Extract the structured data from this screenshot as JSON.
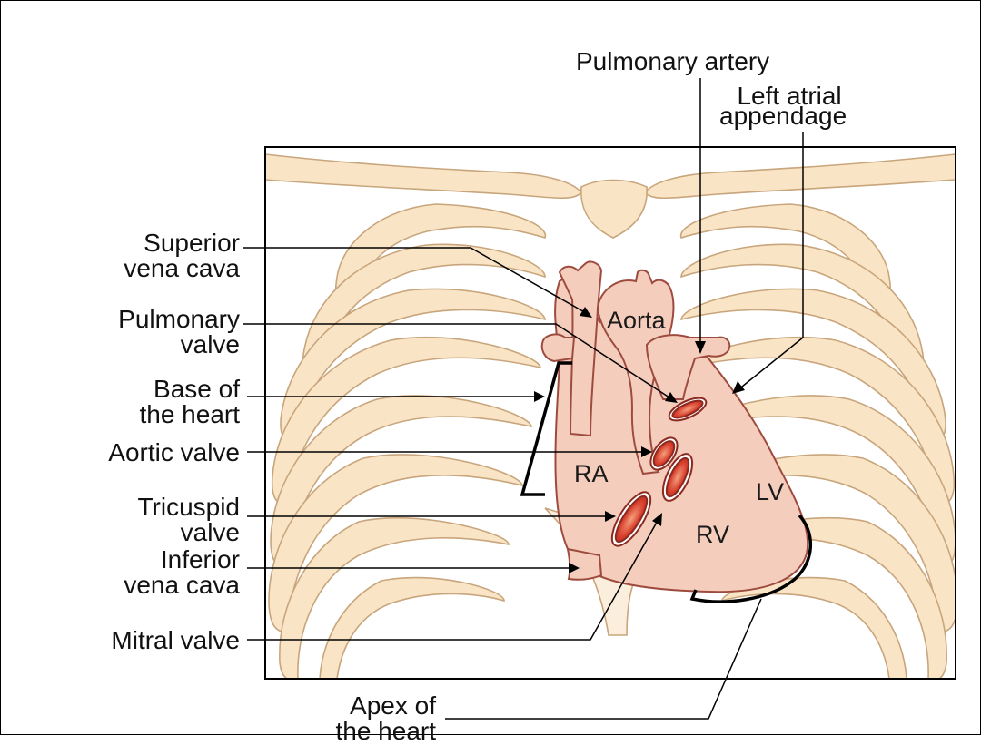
{
  "colors": {
    "bone_fill": "#f9e5c5",
    "bone_stroke": "#c8a57c",
    "heart_fill": "#f5cdbd",
    "heart_stroke": "#9e4b3f",
    "valve_fill": "#d9412e",
    "frame": "#000000",
    "leader": "#000000"
  },
  "labels": {
    "pulmonary_artery": "Pulmonary artery",
    "left_atrial_appendage": [
      "Left atrial",
      "appendage"
    ],
    "superior_vena_cava": [
      "Superior",
      "vena cava"
    ],
    "pulmonary_valve": [
      "Pulmonary",
      "valve"
    ],
    "base_of_heart": [
      "Base of",
      "the heart"
    ],
    "aortic_valve": "Aortic valve",
    "tricuspid_valve": [
      "Tricuspid",
      "valve"
    ],
    "inferior_vena_cava": [
      "Inferior",
      "vena cava"
    ],
    "mitral_valve": "Mitral valve",
    "apex_of_heart": [
      "Apex of",
      "the heart"
    ]
  },
  "structures": {
    "aorta": "Aorta",
    "ra": "RA",
    "lv": "LV",
    "rv": "RV"
  }
}
